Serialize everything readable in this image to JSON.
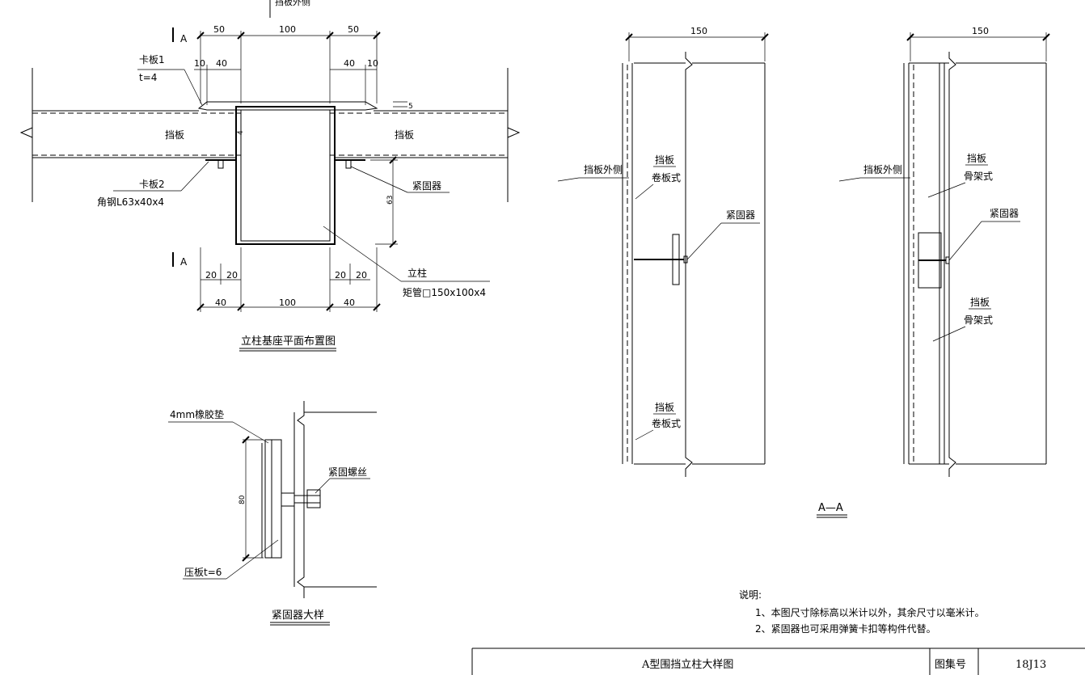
{
  "plan": {
    "title": "立柱基座平面布置图",
    "section_mark": "A",
    "top_cut_label": "挡板外侧",
    "dim_top": [
      "50",
      "100",
      "50"
    ],
    "dim_sub_top": [
      "10",
      "40",
      "40",
      "10"
    ],
    "dim_bottom_small": [
      "20",
      "20",
      "20",
      "20"
    ],
    "dim_bottom": [
      "40",
      "100",
      "40"
    ],
    "dim_side": "63",
    "dim_gap": "5",
    "dim_wall": "4",
    "board_left": "挡板",
    "board_right": "挡板",
    "clip1_name": "卡板1",
    "clip1_thk": "t=4",
    "clip2_name": "卡板2",
    "clip2_spec": "角钢L63x40x4",
    "fastener": "紧固器",
    "post_name": "立柱",
    "post_spec": "矩管□150x100x4"
  },
  "fastener_detail": {
    "title": "紧固器大样",
    "pad": "4mm橡胶垫",
    "screw": "紧固螺丝",
    "plate": "压板t=6",
    "dim": "80"
  },
  "section_aa": {
    "title": "A—A",
    "left": {
      "dim": "150",
      "outside": "挡板外侧",
      "board_top_1": "挡板",
      "board_top_2": "卷板式",
      "board_bot_1": "挡板",
      "board_bot_2": "卷板式",
      "fastener": "紧固器"
    },
    "right": {
      "dim": "150",
      "outside": "挡板外侧",
      "board_top_1": "挡板",
      "board_top_2": "骨架式",
      "board_bot_1": "挡板",
      "board_bot_2": "骨架式",
      "fastener": "紧固器"
    }
  },
  "notes": {
    "heading": "说明:",
    "items": [
      "1、本图尺寸除标高以米计以外，其余尺寸以毫米计。",
      "2、紧固器也可采用弹簧卡扣等构件代替。"
    ]
  },
  "title_block": {
    "drawing_name": "A型围挡立柱大样图",
    "atlas_label": "图集号",
    "atlas_no": "18J13"
  }
}
